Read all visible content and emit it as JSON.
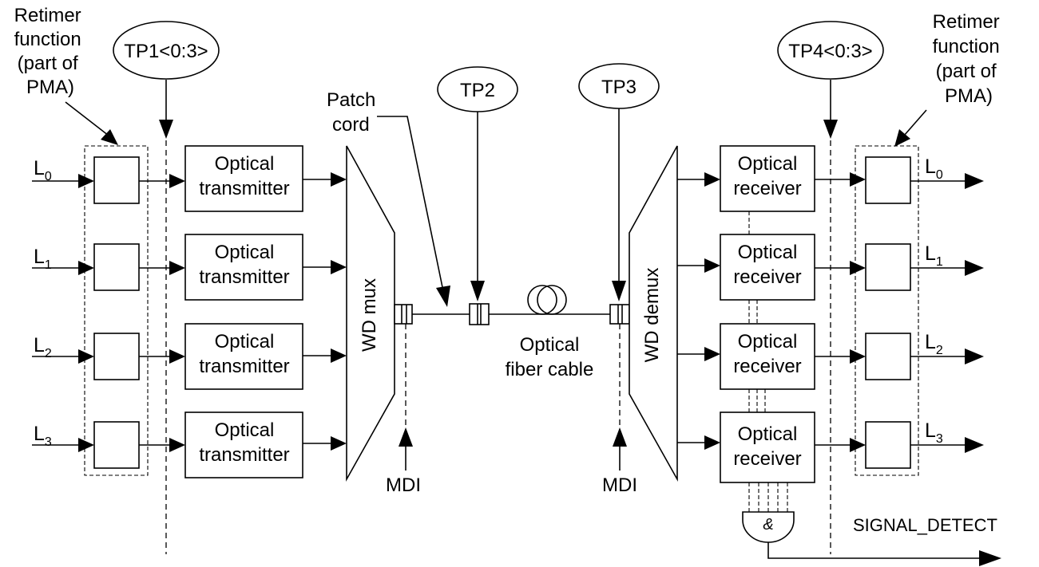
{
  "left_label": {
    "lines": [
      "Retimer",
      "function",
      "(part of",
      "PMA)"
    ]
  },
  "right_label": {
    "lines": [
      "Retimer",
      "function",
      "(part of",
      "PMA)"
    ]
  },
  "tp1": "TP1<0:3>",
  "tp2": "TP2",
  "tp3": "TP3",
  "tp4": "TP4<0:3>",
  "patch_cord": {
    "lines": [
      "Patch",
      "cord"
    ]
  },
  "fiber_cable": {
    "lines": [
      "Optical",
      "fiber cable"
    ]
  },
  "mux_label": "WD mux",
  "demux_label": "WD demux",
  "mdi_left": "MDI",
  "mdi_right": "MDI",
  "signal_detect": "SIGNAL_DETECT",
  "and_gate_symbol": "&",
  "transmitter": {
    "lines": [
      "Optical",
      "transmitter"
    ]
  },
  "receiver": {
    "lines": [
      "Optical",
      "receiver"
    ]
  },
  "lanes_in": [
    {
      "base": "L",
      "sub": "0"
    },
    {
      "base": "L",
      "sub": "1"
    },
    {
      "base": "L",
      "sub": "2"
    },
    {
      "base": "L",
      "sub": "3"
    }
  ],
  "lanes_out": [
    {
      "base": "L",
      "sub": "0"
    },
    {
      "base": "L",
      "sub": "1"
    },
    {
      "base": "L",
      "sub": "2"
    },
    {
      "base": "L",
      "sub": "3"
    }
  ]
}
